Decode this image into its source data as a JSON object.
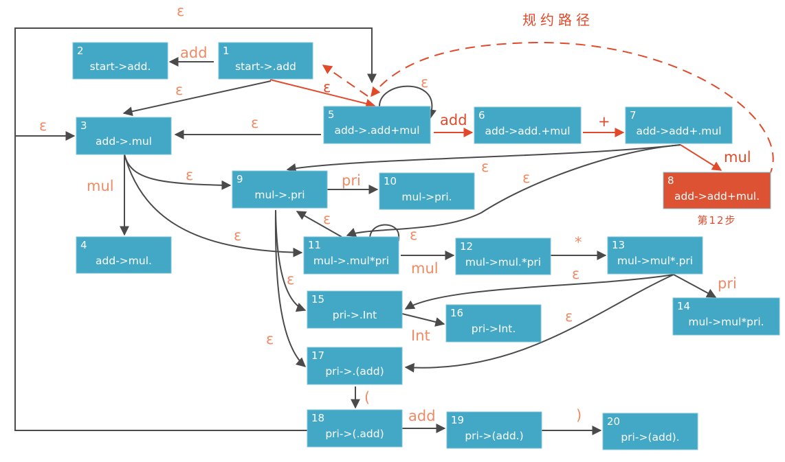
{
  "title": "规约路径",
  "colors": {
    "node_fill": "#42a8c6",
    "highlight_fill": "#dc5232",
    "highlight_text": "#f5c842",
    "edge": "#4a4a4a",
    "edge_label": "#f08a64",
    "reduce_path": "#e04a2a"
  },
  "nodes": [
    {
      "id": "1",
      "label": "start->.add"
    },
    {
      "id": "2",
      "label": "start->add."
    },
    {
      "id": "3",
      "label": "add->.mul"
    },
    {
      "id": "4",
      "label": "add->mul."
    },
    {
      "id": "5",
      "label": "add->.add+mul",
      "highlight_text": true
    },
    {
      "id": "6",
      "label": "add->add.+mul"
    },
    {
      "id": "7",
      "label": "add->add+.mul"
    },
    {
      "id": "8",
      "label": "add->add+mul.",
      "highlight": true,
      "note": "第12步"
    },
    {
      "id": "9",
      "label": "mul->.pri"
    },
    {
      "id": "10",
      "label": "mul->pri."
    },
    {
      "id": "11",
      "label": "mul->.mul*pri"
    },
    {
      "id": "12",
      "label": "mul->mul.*pri"
    },
    {
      "id": "13",
      "label": "mul->mul*.pri"
    },
    {
      "id": "14",
      "label": "mul->mul*pri."
    },
    {
      "id": "15",
      "label": "pri->.Int"
    },
    {
      "id": "16",
      "label": "pri->Int."
    },
    {
      "id": "17",
      "label": "pri->.(add)"
    },
    {
      "id": "18",
      "label": "pri->(.add)"
    },
    {
      "id": "19",
      "label": "pri->(add.)"
    },
    {
      "id": "20",
      "label": "pri->(add)."
    }
  ],
  "edges": [
    {
      "from": "1",
      "to": "2",
      "label": "add"
    },
    {
      "from": "1",
      "to": "3",
      "label": "ε"
    },
    {
      "from": "1",
      "to": "5",
      "label": "ε",
      "reduce_path": true
    },
    {
      "from": "5",
      "to": "5",
      "label": "ε"
    },
    {
      "from": "5",
      "to": "3",
      "label": "ε"
    },
    {
      "from": "5",
      "to": "6",
      "label": "add",
      "reduce_path": true
    },
    {
      "from": "6",
      "to": "7",
      "label": "+",
      "reduce_path": true
    },
    {
      "from": "7",
      "to": "8",
      "label": "mul",
      "reduce_path": true
    },
    {
      "from": "7",
      "to": "9",
      "label": "ε"
    },
    {
      "from": "7",
      "to": "11",
      "label": "ε"
    },
    {
      "from": "3",
      "to": "4",
      "label": "mul"
    },
    {
      "from": "3",
      "to": "9",
      "label": "ε"
    },
    {
      "from": "3",
      "to": "11",
      "label": "ε"
    },
    {
      "from": "9",
      "to": "10",
      "label": "pri"
    },
    {
      "from": "9",
      "to": "15",
      "label": "ε"
    },
    {
      "from": "9",
      "to": "17",
      "label": "ε"
    },
    {
      "from": "11",
      "to": "9",
      "label": "ε"
    },
    {
      "from": "11",
      "to": "11",
      "label": "ε"
    },
    {
      "from": "11",
      "to": "12",
      "label": "mul"
    },
    {
      "from": "12",
      "to": "13",
      "label": "*"
    },
    {
      "from": "13",
      "to": "14",
      "label": "pri"
    },
    {
      "from": "13",
      "to": "15",
      "label": "ε"
    },
    {
      "from": "13",
      "to": "17",
      "label": "ε"
    },
    {
      "from": "15",
      "to": "16",
      "label": "Int"
    },
    {
      "from": "17",
      "to": "18",
      "label": "("
    },
    {
      "from": "18",
      "to": "19",
      "label": "add"
    },
    {
      "from": "19",
      "to": "20",
      "label": ")"
    },
    {
      "from": "18",
      "to": "3",
      "label": "ε"
    },
    {
      "from": "18",
      "to": "5",
      "label": "ε"
    },
    {
      "from": "8",
      "to": "5",
      "label": "",
      "reduce_path": true,
      "dashed": true
    },
    {
      "from": "5",
      "to": "1",
      "label": "",
      "reduce_path": true,
      "dashed": true
    }
  ]
}
